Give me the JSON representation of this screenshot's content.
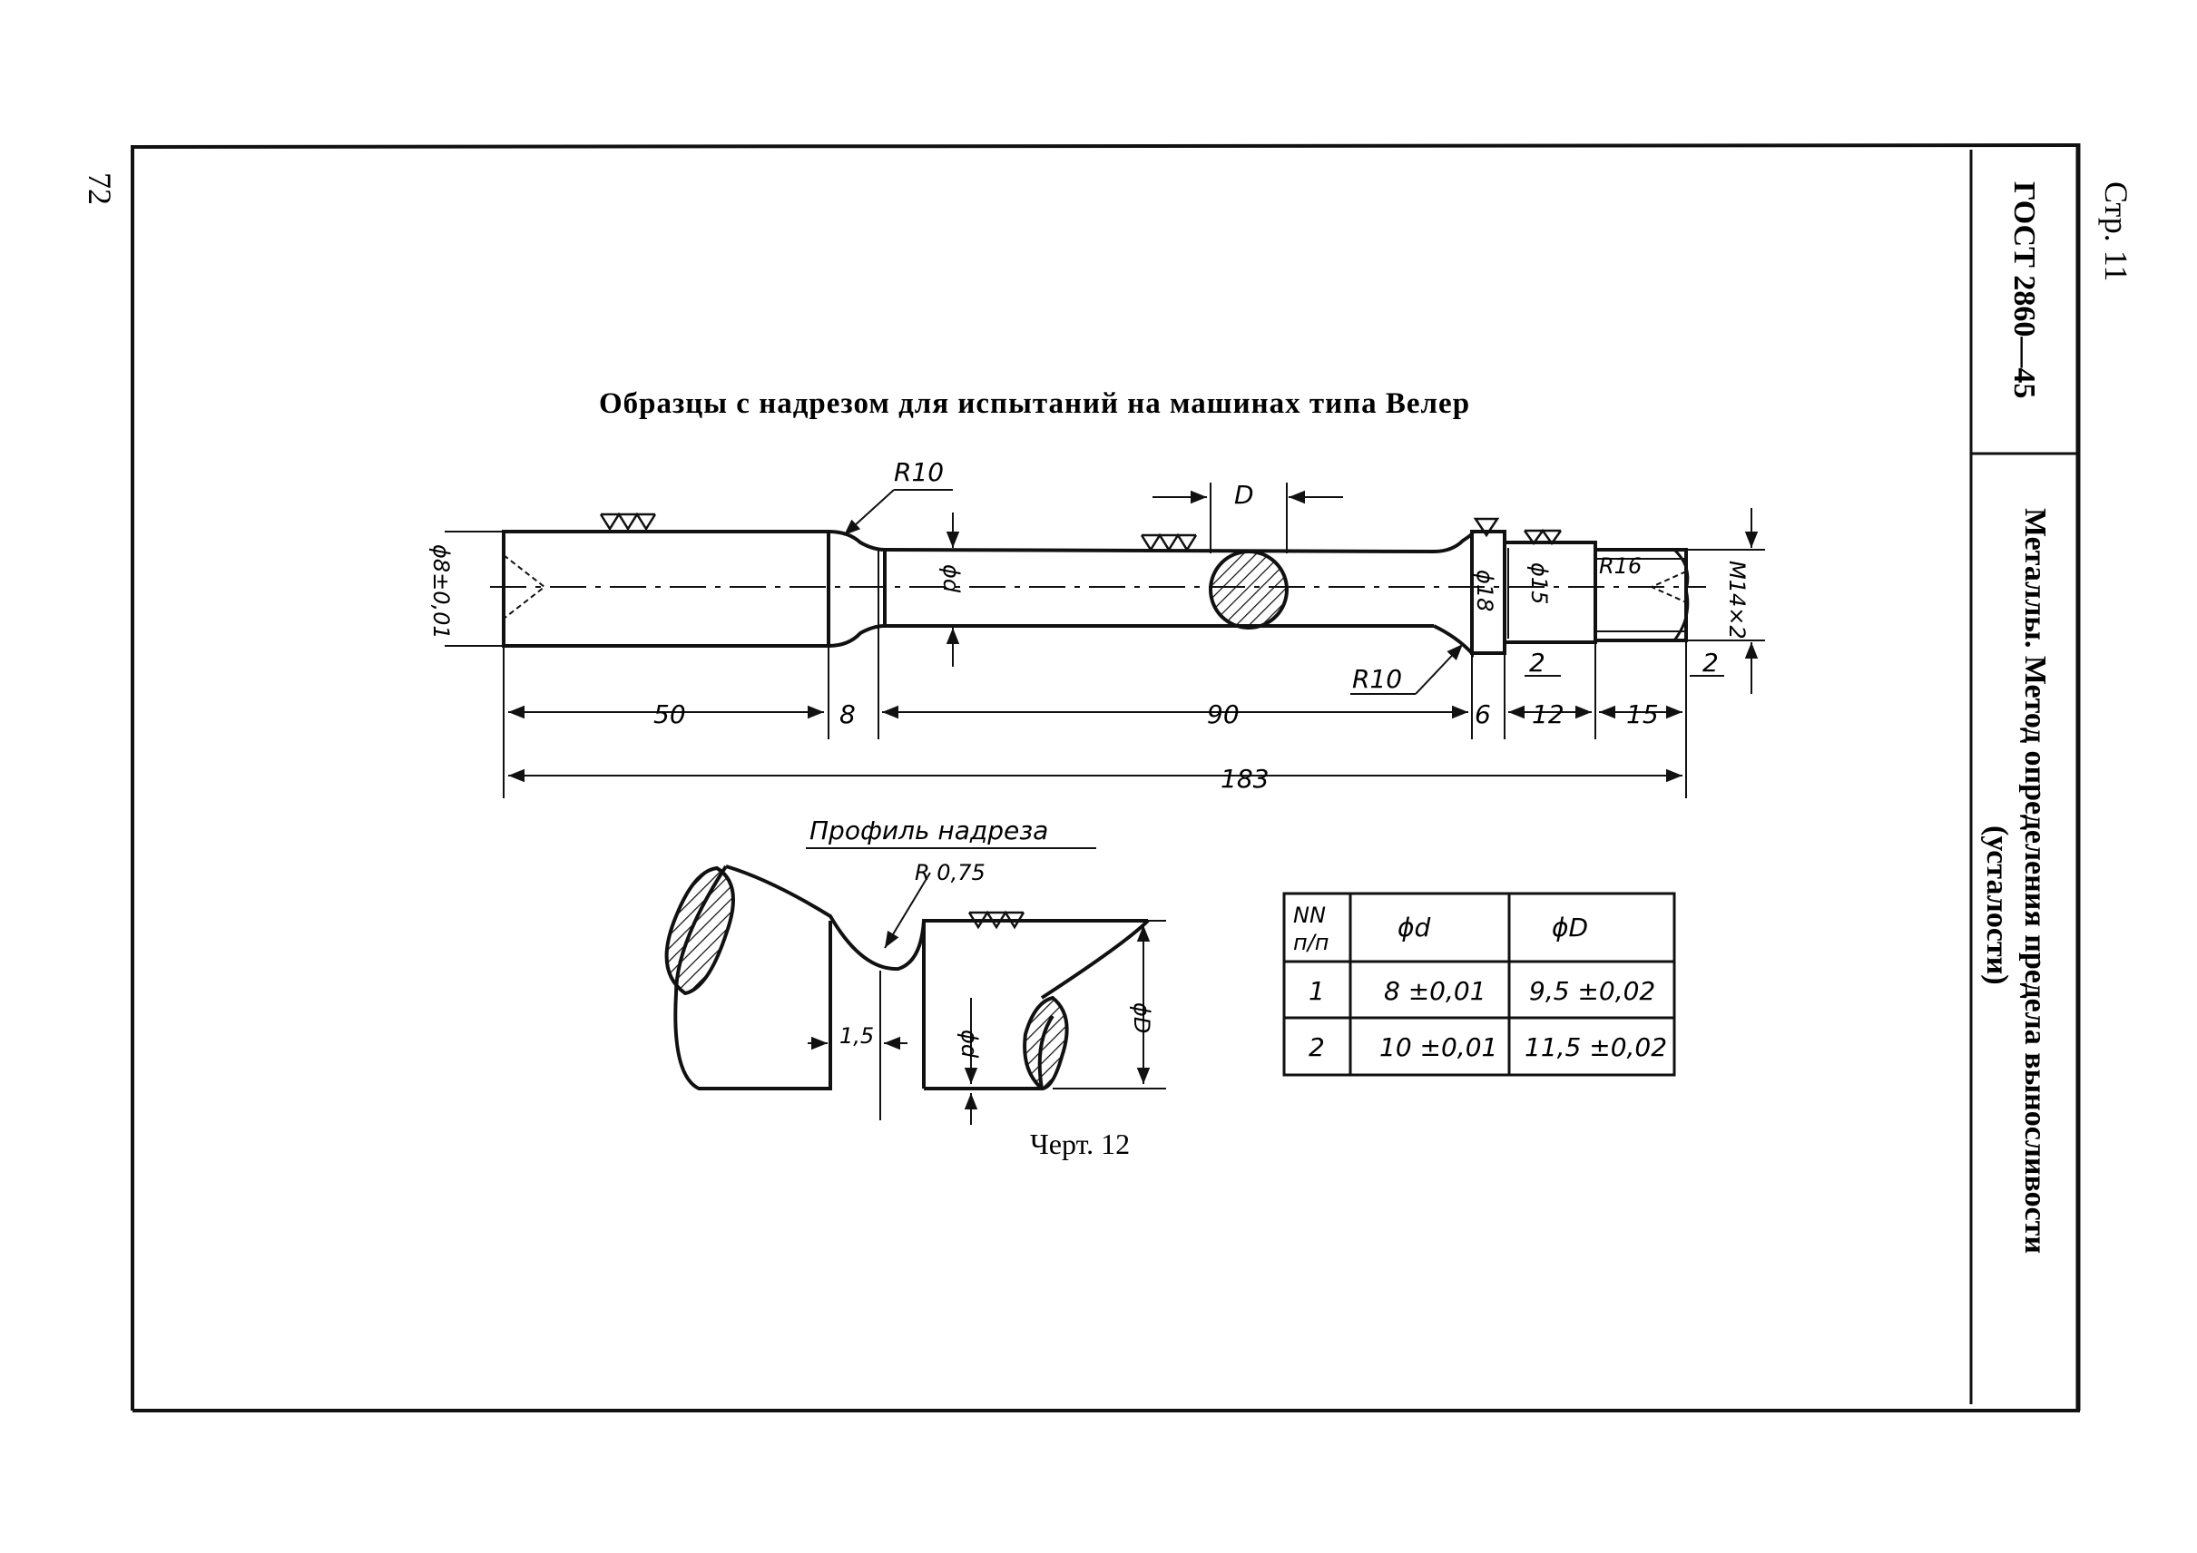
{
  "page_left_number": "72",
  "margin": {
    "page": "Стр. 11",
    "standard": "ГОСТ 2860—45",
    "subject_line1": "Металлы. Метод определения предела выносливости",
    "subject_line2": "(усталости)"
  },
  "figure_title": "Образцы с надрезом для испытаний на машинах типа Велер",
  "specimen": {
    "radius_left": "R10",
    "radius_right": "R10",
    "dia_grip": "ϕ8±0,01",
    "dia_d": "ϕd",
    "dia_D_label": "D",
    "dia_18": "ϕ18",
    "dia_15": "ϕ15",
    "radius_16": "R16",
    "thread": "M14×2",
    "dim_50": "50",
    "dim_8": "8",
    "dim_90": "90",
    "dim_6": "6",
    "dim_12": "12",
    "dim_15": "15",
    "dim_2a": "2",
    "dim_2b": "2",
    "dim_total": "183"
  },
  "profile": {
    "title": "Профиль надреза",
    "radius": "R 0,75",
    "dim_15": "1,5",
    "dia_d": "ϕd",
    "dia_D": "ϕD"
  },
  "table": {
    "headers": [
      "NN п/п",
      "ϕd",
      "ϕD"
    ],
    "header_no_line1": "NN",
    "header_no_line2": "п/п",
    "rows": [
      [
        "1",
        "8 ±0,01",
        "9,5 ±0,02"
      ],
      [
        "2",
        "10 ±0,01",
        "11,5 ±0,02"
      ]
    ]
  },
  "caption": "Черт. 12"
}
